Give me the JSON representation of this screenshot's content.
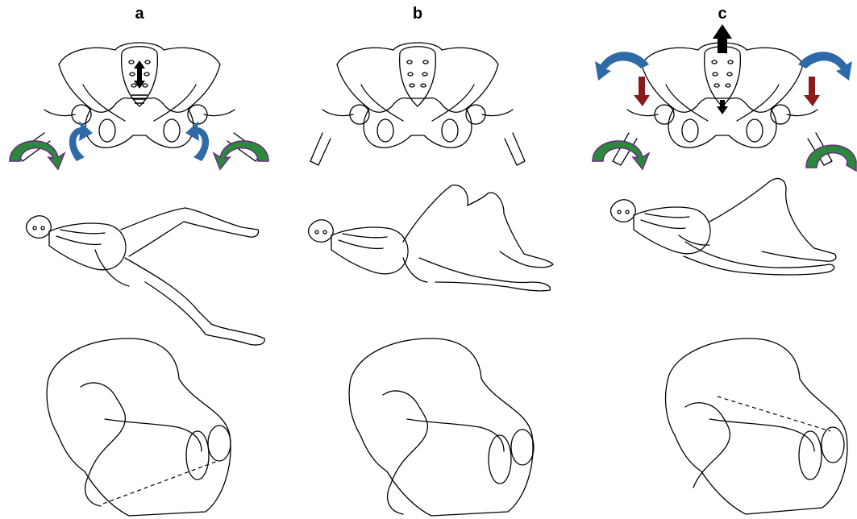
{
  "panels": [
    {
      "label": "a"
    },
    {
      "label": "b"
    },
    {
      "label": "c"
    }
  ],
  "colors": {
    "rotation_blue": "#2e6aa8",
    "rotation_green": "#2a8a3a",
    "rotation_green_outline": "#6a2a86",
    "force_red": "#8b1a1a",
    "force_black": "#000000",
    "line": "#000000"
  },
  "icons": [
    "pelvis-drawing",
    "supine-figure-drawing",
    "lateral-pelvis-drawing",
    "curved-arrow-icon",
    "straight-arrow-icon"
  ]
}
